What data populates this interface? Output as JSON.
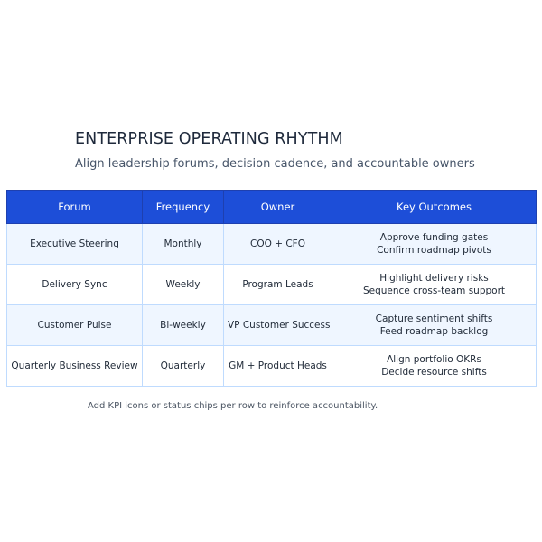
{
  "header": {
    "title": "ENTERPRISE OPERATING RHYTHM",
    "subtitle": "Align leadership forums, decision cadence, and accountable owners"
  },
  "table": {
    "columns": [
      "Forum",
      "Frequency",
      "Owner",
      "Key Outcomes"
    ],
    "rows": [
      {
        "forum": "Executive Steering",
        "frequency": "Monthly",
        "owner": "COO + CFO",
        "outcomes": [
          "Approve funding gates",
          "Confirm roadmap pivots"
        ]
      },
      {
        "forum": "Delivery Sync",
        "frequency": "Weekly",
        "owner": "Program Leads",
        "outcomes": [
          "Highlight delivery risks",
          "Sequence cross-team support"
        ]
      },
      {
        "forum": "Customer Pulse",
        "frequency": "Bi-weekly",
        "owner": "VP Customer Success",
        "outcomes": [
          "Capture sentiment shifts",
          "Feed roadmap backlog"
        ]
      },
      {
        "forum": "Quarterly Business Review",
        "frequency": "Quarterly",
        "owner": "GM + Product Heads",
        "outcomes": [
          "Align portfolio OKRs",
          "Decide resource shifts"
        ]
      }
    ]
  },
  "footnote": "Add KPI icons or status chips per row to reinforce accountability.",
  "colors": {
    "header_bg": "#1d4ed8",
    "alt_row_bg": "#eff6ff",
    "border": "#bfdbfe"
  }
}
